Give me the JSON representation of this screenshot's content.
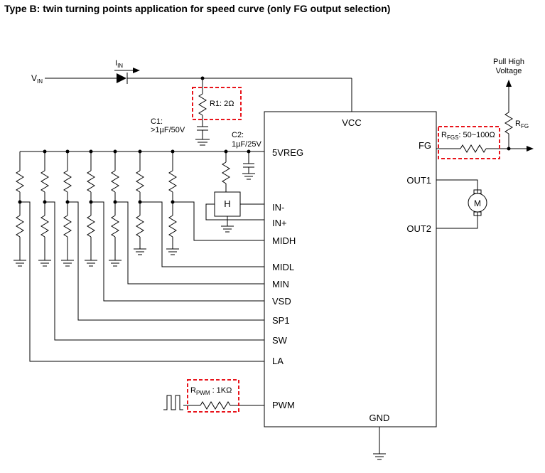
{
  "title": "Type B: twin turning points application for speed curve (only FG output selection)",
  "colors": {
    "wire": "#000000",
    "highlight_box": "#e8141b",
    "background": "#ffffff"
  },
  "labels": {
    "vin": "V",
    "vin_sub": "IN",
    "iin": "I",
    "iin_sub": "IN",
    "r1": "R1: 2Ω",
    "c1_line1": "C1:",
    "c1_line2": ">1µF/50V",
    "c2_line1": "C2:",
    "c2_line2": "1µF/25V",
    "pull_high_line1": "Pull High",
    "pull_high_line2": "Voltage",
    "rfg": "R",
    "rfg_sub": "FG",
    "rfgs": "R",
    "rfgs_sub": "FGS",
    "rfgs_value": ": 50~100Ω",
    "rpwm": "R",
    "rpwm_sub": "PWM",
    "rpwm_value": " : 1KΩ",
    "hall": "H",
    "motor": "M"
  },
  "ic_pins": {
    "vcc": "VCC",
    "gnd": "GND",
    "5vreg": "5VREG",
    "in_minus": "IN-",
    "in_plus": "IN+",
    "midh": "MIDH",
    "midl": "MIDL",
    "min": "MIN",
    "vsd": "VSD",
    "sp1": "SP1",
    "sw": "SW",
    "la": "LA",
    "pwm": "PWM",
    "fg": "FG",
    "out1": "OUT1",
    "out2": "OUT2"
  }
}
